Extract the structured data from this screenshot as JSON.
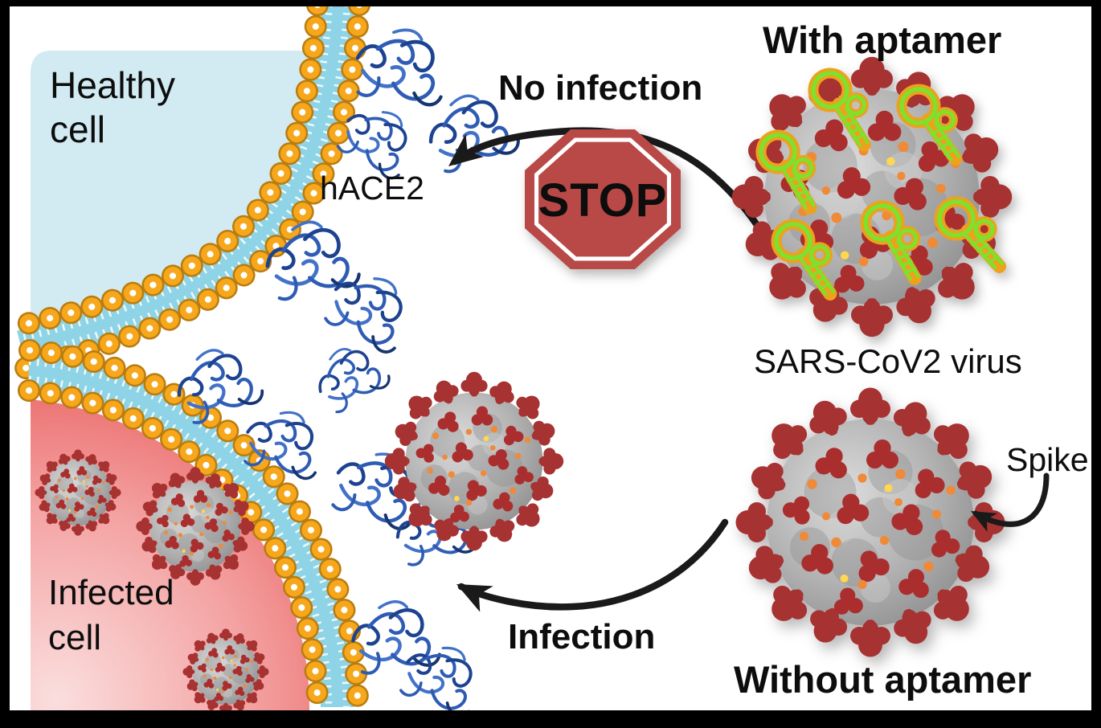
{
  "diagram": {
    "top_left": {
      "cell_label_line1": "Healthy",
      "cell_label_line2": "cell",
      "receptor_label": "hACE2"
    },
    "top_middle": {
      "outcome_label": "No infection",
      "stop_sign_text": "STOP"
    },
    "top_right": {
      "condition_label": "With aptamer"
    },
    "middle_right": {
      "virus_label": "SARS-CoV2 virus"
    },
    "bottom_right": {
      "condition_label": "Without aptamer",
      "spike_label": "Spike"
    },
    "bottom_left": {
      "cell_label_line1": "Infected",
      "cell_label_line2": "cell"
    },
    "bottom_middle": {
      "outcome_label": "Infection"
    }
  },
  "colors": {
    "frame": "#000000",
    "background": "#ffffff",
    "healthy_cell_fill": "#d2eaf2",
    "infected_cell_red": "#ea6262",
    "infected_cell_light": "#fbdede",
    "membrane_cyan": "#8ed4e6",
    "lipid_head_orange": "#f6a71b",
    "lipid_head_rim": "#b97c10",
    "receptor_blue": "#2d57a9",
    "stop_sign_red": "#b84a47",
    "aptamer_green": "#7fe02d",
    "aptamer_outline_orange": "#eea11a",
    "virus_body_gray": "#a8a8a8",
    "virus_spike_red": "#a63232",
    "virus_dot_orange": "#ef8a38",
    "arrow_black": "#1a1a1a",
    "text_black": "#0d0d0d"
  }
}
